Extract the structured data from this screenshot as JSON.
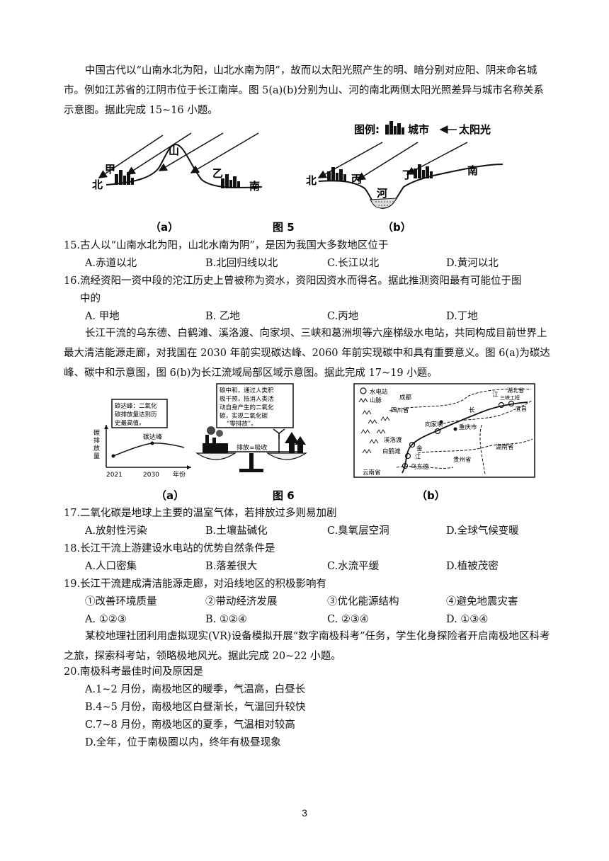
{
  "intro1": "中国古代以“山南水北为阳，山北水南为阴”，故而以太阳光照产生的明、暗分别对应阳、阴来命名城市。例如江苏省的江阴市位于长江南岸。图 5(a)(b)分别为山、河的南北两侧太阳光照差异与城市名称关系示意图。据此完成 15~16 小题。",
  "fig5": {
    "legend_title": "图例:",
    "legend_city": "城市",
    "legend_sun": "太阳光",
    "a_labels": {
      "mountain": "山",
      "jia": "甲",
      "yi": "乙",
      "north": "北",
      "south": "南"
    },
    "b_labels": {
      "north": "北",
      "bing": "丙",
      "ding": "丁",
      "river": "河",
      "south": "南"
    },
    "caption_a": "（a）",
    "caption": "图 5",
    "caption_b": "（b）"
  },
  "q15": {
    "text": "15.古人以“山南水北为阳，山北水南为阴”，是因为我国大多数地区位于",
    "options": [
      "A.赤道以北",
      "B.北回归线以北",
      "C.长江以北",
      "D.黄河以北"
    ]
  },
  "q16": {
    "text": "16.流经资阳一资中段的沱江历史上曾被称为资水，资阳因资水而得名。据此推测资阳最有可能位于图",
    "text2": "中的",
    "options": [
      "A. 甲地",
      "B. 乙地",
      "C.丙地",
      "D.丁地"
    ]
  },
  "intro2": "长江干流的乌东德、白鹤滩、溪洛渡、向家坝、三峡和葛洲坝等六座梯级水电站，共同构成目前世界上最大清洁能源走廊，对我国在 2030 年前实现碳达峰、2060 年前实现碳中和具有重要意义。图 6(a)为碳达峰、碳中和示意图，图 6(b)为长江流域局部区域示意图。据此完成 17~19 小题。",
  "fig6": {
    "peak_box": [
      "碳达峰：二氧化",
      "碳排放量达到历",
      "史最高值。"
    ],
    "neutral_box": [
      "碳中和，通过人类积",
      "极干预，抵消人类活",
      "动自身产生的二氧化",
      "碳，实现二氧化碳",
      "“零排放”。"
    ],
    "ylabel": [
      "碳",
      "排",
      "放",
      "量"
    ],
    "peak_label": "碳达峰",
    "x_ticks": [
      "2021",
      "2030"
    ],
    "x_unit": "年份",
    "balance_label": "排放=吸收",
    "map_legend": [
      "水电站",
      "山脉"
    ],
    "map_labels": {
      "chengdu": "成都",
      "sichuan": "四川省",
      "hubei": "湖北省",
      "sanxia": "三峡工程",
      "yichang": "宜昌",
      "chongqing": "重庆市",
      "xiangjiaba": "向家坝",
      "xiluodu": "溪洛渡",
      "baihetan": "白鹤滩",
      "wudongde": "乌东德",
      "hunan": "湖南省",
      "guizhou": "贵州省",
      "yunnan": "云南省",
      "jiang1": "江",
      "chang": "长",
      "jiang2": "江",
      "jin": "金"
    },
    "caption_a": "（a）",
    "caption": "图 6",
    "caption_b": "（b）"
  },
  "q17": {
    "text": "17.二氧化碳是地球上主要的温室气体，若排放过多则易加剧",
    "options": [
      "A.放射性污染",
      "B.土壤盐碱化",
      "C.臭氧层空洞",
      "D.全球气候变暖"
    ]
  },
  "q18": {
    "text": "18.长江干流上游建设水电站的优势自然条件是",
    "options": [
      "A.人口密集",
      "B.落差很大",
      "C.水流平缓",
      "D.植被茂密"
    ]
  },
  "q19": {
    "text": "19.长江干流建成清洁能源走廊，对沿线地区的积极影响有",
    "statements": [
      "①改善环境质量",
      "②带动经济发展",
      "③优化能源结构",
      "④避免地震灾害"
    ],
    "options": [
      "A. ①②③",
      "B. ①②④",
      "C. ②③④",
      "D. ①③④"
    ]
  },
  "intro3": "某校地理社团利用虚拟现实(VR)设备模拟开展“数字南极科考”任务，学生化身探险者开启南极地区科考之旅，探索科考站，领略极地风光。据此完成 20~22 小题。",
  "q20": {
    "text": "20.南极科考最佳时间及原因是",
    "options": [
      "A.1~2 月份，南极地区的暖季，气温高，白昼长",
      "B.4~5 月份，南极地区白昼渐长，气温回升较快",
      "C.7~8 月份，南极地区的夏季，气温相对较高",
      "D.全年，位于南极圈以内，终年有极昼现象"
    ]
  },
  "page_number": "3"
}
